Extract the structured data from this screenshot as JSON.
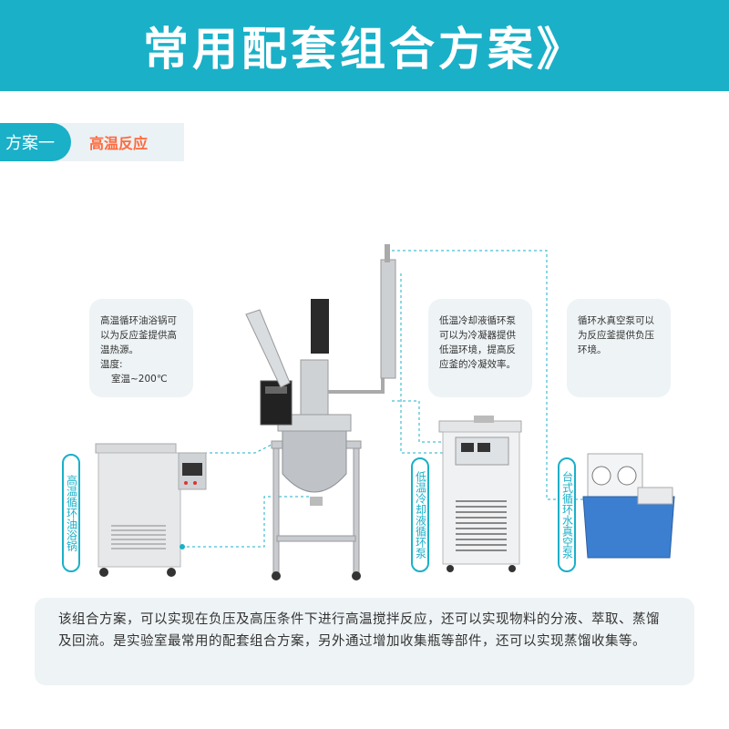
{
  "banner": {
    "title": "常用配套组合方案》"
  },
  "plan": {
    "tag": "方案一",
    "name": "高温反应"
  },
  "notes": {
    "oil_bath": {
      "line1": "高温循环油浴锅可",
      "line2": "以为反应釜提供高",
      "line3": "温热源。",
      "line4": "温度:",
      "line5": "室温~200℃"
    },
    "chiller": {
      "line1": "低温冷却液循环泵",
      "line2": "可以为冷凝器提供",
      "line3": "低温环境，提高反",
      "line4": "应釜的冷凝效率。"
    },
    "vacuum": {
      "line1": "循环水真空泵可以",
      "line2": "为反应釜提供负压",
      "line3": "环境。"
    }
  },
  "labels": {
    "oil_bath": "高温循环油浴锅",
    "chiller": "低温冷却液循环泵",
    "vacuum": "台式循环水真空泵"
  },
  "description": "该组合方案，可以实现在负压及高压条件下进行高温搅拌反应，还可以实现物料的分液、萃取、蒸馏及回流。是实验室最常用的配套组合方案，另外通过增加收集瓶等部件，还可以实现蒸馏收集等。",
  "colors": {
    "accent": "#1ab0c8",
    "highlight": "#ff6a3d",
    "panel": "#eef3f5"
  }
}
